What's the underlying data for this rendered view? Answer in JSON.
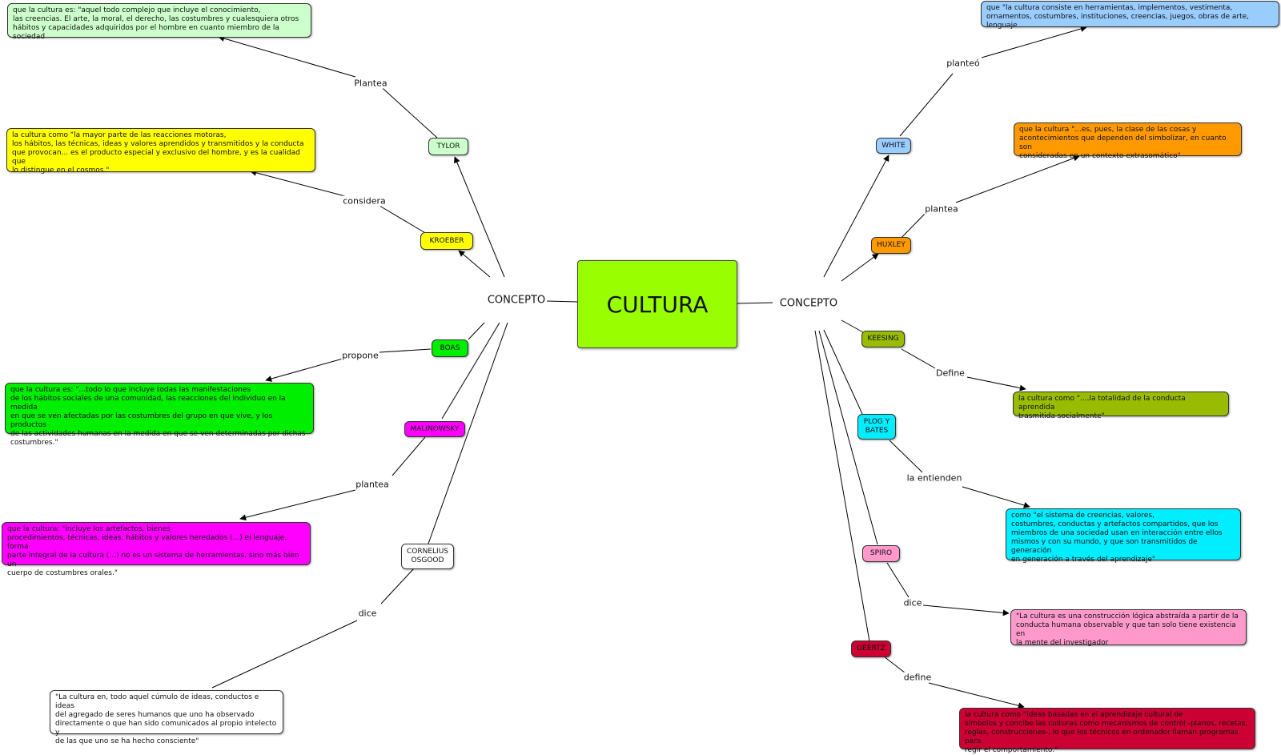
{
  "center": {
    "label": "CULTURA",
    "color": "#99ff00"
  },
  "concepts": {
    "left": "CONCEPTO",
    "right": "CONCEPTO"
  },
  "authors": {
    "tylor": {
      "name": "TYLOR",
      "color": "#ccffcc"
    },
    "kroeber": {
      "name": "KROEBER",
      "color": "#ffff00"
    },
    "boas": {
      "name": "BOAS",
      "color": "#00ee00"
    },
    "malinowsky": {
      "name": "MALINOWSKY",
      "color": "#ff00ff"
    },
    "osgood": {
      "name": "CORNELIUS\nOSGOOD",
      "color": "#ffffff"
    },
    "white": {
      "name": "WHITE",
      "color": "#99ccff"
    },
    "huxley": {
      "name": "HUXLEY",
      "color": "#ff9900"
    },
    "keesing": {
      "name": "KEESING",
      "color": "#99bb00"
    },
    "plog": {
      "name": "PLOG Y\nBATES",
      "color": "#00eeff"
    },
    "spiro": {
      "name": "SPIRO",
      "color": "#ff99cc"
    },
    "geertz": {
      "name": "GEERTZ",
      "color": "#cc0033"
    }
  },
  "links": {
    "tylor": "Plantea",
    "kroeber": "considera",
    "boas": "propone",
    "malinowsky": "plantea",
    "osgood": "dice",
    "white": "planteó",
    "huxley": "plantea",
    "keesing": "Define",
    "plog": "la entienden",
    "spiro": "dice",
    "geertz": "define"
  },
  "definitions": {
    "tylor": "que la cultura es: \"aquel todo complejo que incluye el conocimiento,\nlas creencias. El arte, la moral, el derecho, las costumbres y cualesquiera otros\nhábitos y capacidades adquiridos por el hombre en cuanto miembro de la sociedad",
    "kroeber": "la cultura como \"la mayor parte de las reacciones motoras,\nlos hábitos, las técnicas, ideas y valores aprendidos y transmitidos y la conducta\nque provocan... es el producto especial y exclusivo del hombre, y es la cualidad que\nlo distingue en el cosmos.\"",
    "boas": "que la cultura es: \"...todo lo que incluye todas las manifestaciones\nde los hábitos sociales de una comunidad, las reacciones del individuo en la medida\nen que se ven afectadas por las costumbres del grupo en que vive, y los productos\nde las actividades humanas en la medida en que se ven determinadas por dichas\ncostumbres.\"",
    "malinowsky": "que la cultura: \"incluye los artefactos, bienes\nprocedimientos, técnicas, ideas, hábitos y valores heredados (...) el lenguaje, forma\nparte integral de la cultura (...) no es un sistema de herramientas, sino más bien un\ncuerpo de costumbres orales.\"",
    "osgood": "\"La cultura en, todo aquel cúmulo de ideas, conductos e ideas\ndel agregado de seres humanos que uno ha observado\ndirectamente o que han sido comunicados al propio intelecto y\nde las que uno se ha hecho consciente\"",
    "white": "que \"la cultura consiste en herramientas, implementos, vestimenta,\nornamentos, costumbres, instituciones, creencias, juegos, obras de arte, lenguaje",
    "huxley": "que la cultura \"...es, pues, la clase de las cosas y\nacontecimientos que dependen del simbolizar, en cuanto son\nconsideradas en un contexto extrasomático\"",
    "keesing": "la cultura como \"....la totalidad de la conducta aprendida\ntrasmitida socialmente\"",
    "plog": "como \"el sistema de creencias, valores,\ncostumbres, conductas y artefactos compartidos, que los\nmiembros de una sociedad usan en interacción entre ellos\nmismos y con su mundo, y que son transmitidos de generación\nen generación a través del aprendizaje\"",
    "spiro": "\"La cultura es una construcción lógica abstraída a partir de la\nconducta humana observable y que tan solo tiene existencia en\nla mente del investigador",
    "geertz": "la cultura como \"ideas basadas en el aprendizaje cultural de\nsímbolos y concibe las culturas como mecanismos de control -planos, recetas,\nreglas, construcciones-, lo que los técnicos en ordenador llaman programas para\nregir el comportamiento.\""
  }
}
